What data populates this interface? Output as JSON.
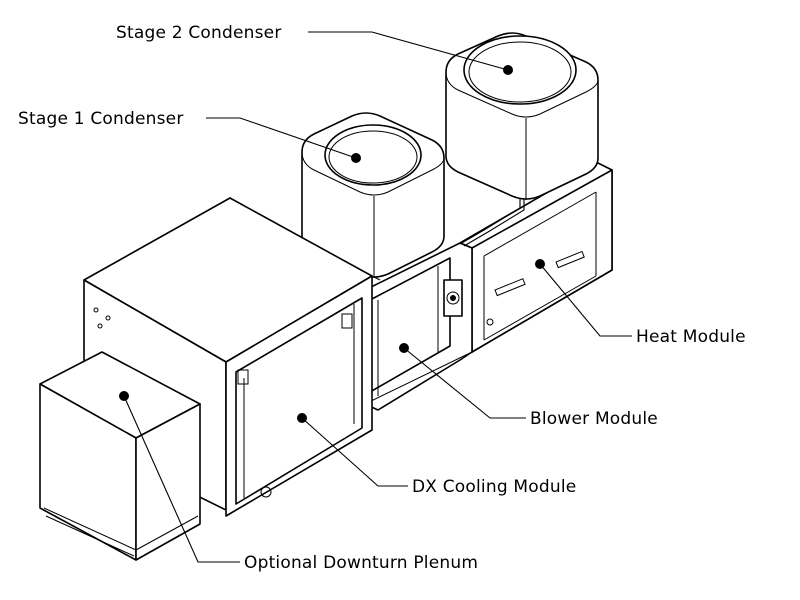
{
  "labels": {
    "stage2_condenser": "Stage 2 Condenser",
    "stage1_condenser": "Stage 1 Condenser",
    "heat_module": "Heat Module",
    "blower_module": "Blower Module",
    "dx_cooling_module": "DX Cooling Module",
    "optional_downturn_plenum": "Optional Downturn Plenum"
  },
  "colors": {
    "line": "#000000",
    "background": "#ffffff"
  }
}
